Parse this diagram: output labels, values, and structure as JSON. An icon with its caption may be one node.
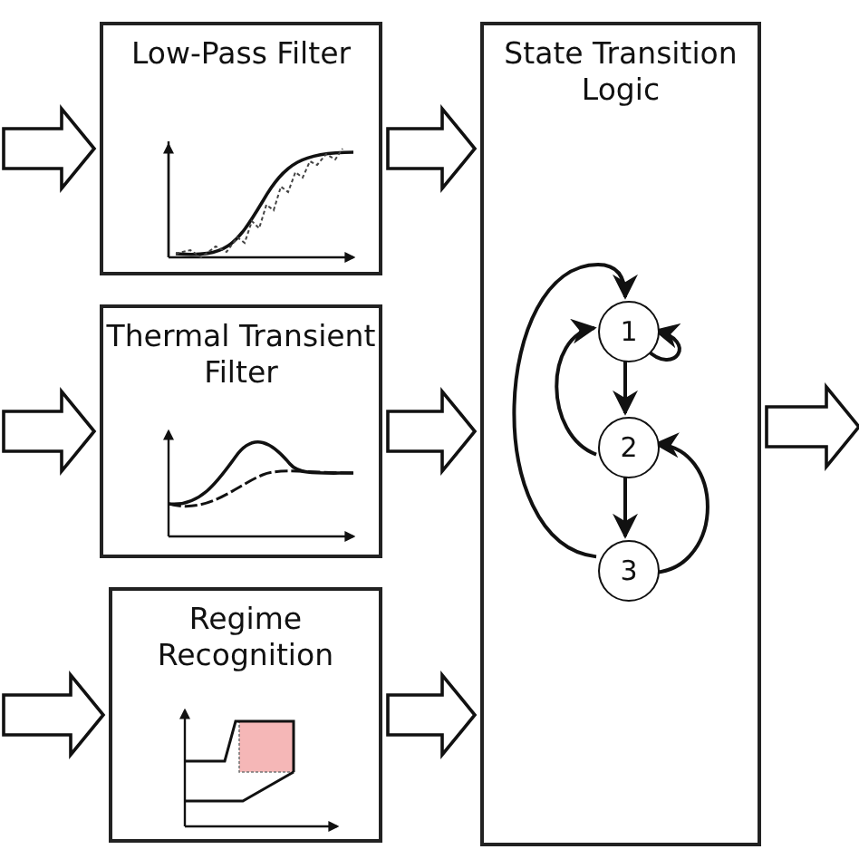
{
  "diagram": {
    "nodes": [
      {
        "text": [
          "Low-Pass Filter"
        ]
      },
      {
        "text": [
          "Thermal Transient Filter"
        ]
      },
      {
        "text": [
          "Regime Recognition"
        ]
      },
      {
        "text": [
          "State Transition Logic"
        ]
      },
      {
        "text": [
          "1"
        ],
        "in": 3
      },
      {
        "text": [
          "2"
        ],
        "in": 3
      },
      {
        "text": [
          "3"
        ],
        "in": 3
      }
    ],
    "edges": [
      {
        "from": null,
        "to": 0,
        "arrow": "to"
      },
      {
        "from": null,
        "to": 1,
        "arrow": "to"
      },
      {
        "from": null,
        "to": 2,
        "arrow": "to"
      },
      {
        "from": 0,
        "to": 3,
        "arrow": "to"
      },
      {
        "from": 1,
        "to": 3,
        "arrow": "to"
      },
      {
        "from": 2,
        "to": 3,
        "arrow": "to"
      },
      {
        "from": 3,
        "to": null,
        "arrow": "to"
      },
      {
        "from": 4,
        "to": 5,
        "arrow": "to"
      },
      {
        "from": 5,
        "to": 6,
        "arrow": "to"
      },
      {
        "from": 6,
        "to": 4,
        "arrow": "to"
      },
      {
        "from": 5,
        "to": 4,
        "arrow": "to"
      },
      {
        "from": 6,
        "to": 5,
        "arrow": "to"
      },
      {
        "from": 4,
        "to": 4,
        "arrow": "to"
      }
    ]
  }
}
